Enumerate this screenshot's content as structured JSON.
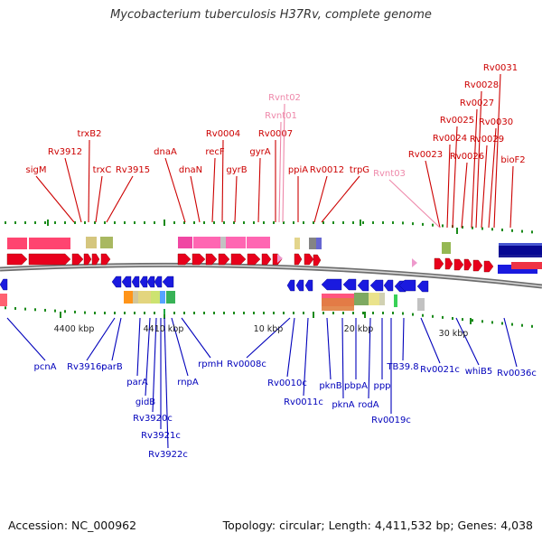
{
  "title": "Mycobacterium tuberculosis H37Rv, complete genome",
  "footer": {
    "accession": "Accession: NC_000962",
    "summary": "Topology: circular; Length: 4,411,532 bp; Genes: 4,038"
  },
  "colors": {
    "forward_label": "#cc0000",
    "reverse_label": "#0000bb",
    "rna_label": "#ee88aa",
    "forward_gene": "#e8001c",
    "reverse_gene": "#1a1adf",
    "tick": "#1a8a1a",
    "backbone": "#8c8c8c"
  },
  "forward_labels": [
    {
      "text": "sigM"
    },
    {
      "text": "Rv3912"
    },
    {
      "text": "trxB2"
    },
    {
      "text": "trxC"
    },
    {
      "text": "Rv3915"
    },
    {
      "text": "dnaA"
    },
    {
      "text": "dnaN"
    },
    {
      "text": "recF"
    },
    {
      "text": "Rv0004"
    },
    {
      "text": "gyrB"
    },
    {
      "text": "gyrA"
    },
    {
      "text": "Rv0007"
    },
    {
      "text": "ppiA"
    },
    {
      "text": "Rv0012"
    },
    {
      "text": "trpG"
    },
    {
      "text": "Rv0023"
    },
    {
      "text": "Rv0024"
    },
    {
      "text": "Rv0025"
    },
    {
      "text": "Rv0026"
    },
    {
      "text": "Rv0027"
    },
    {
      "text": "Rv0028"
    },
    {
      "text": "Rv0029"
    },
    {
      "text": "Rv0030"
    },
    {
      "text": "Rv0031"
    },
    {
      "text": "bioF2"
    }
  ],
  "rna_labels": [
    {
      "text": "Rvnt02"
    },
    {
      "text": "Rvnt01"
    },
    {
      "text": "Rvnt03"
    }
  ],
  "reverse_labels": [
    {
      "text": "pcnA"
    },
    {
      "text": "Rv3916c"
    },
    {
      "text": "parB"
    },
    {
      "text": "parA"
    },
    {
      "text": "gidB"
    },
    {
      "text": "Rv3920c"
    },
    {
      "text": "Rv3921c"
    },
    {
      "text": "Rv3922c"
    },
    {
      "text": "rnpA"
    },
    {
      "text": "rpmH"
    },
    {
      "text": "Rv0008c"
    },
    {
      "text": "Rv0010c"
    },
    {
      "text": "Rv0011c"
    },
    {
      "text": "pknB"
    },
    {
      "text": "pknA"
    },
    {
      "text": "pbpA"
    },
    {
      "text": "rodA"
    },
    {
      "text": "ppp"
    },
    {
      "text": "Rv0019c"
    },
    {
      "text": "TB39.8"
    },
    {
      "text": "Rv0021c"
    },
    {
      "text": "whiB5"
    },
    {
      "text": "Rv0036c"
    }
  ],
  "scale_labels": [
    {
      "text": "4400 kbp"
    },
    {
      "text": "4410 kbp"
    },
    {
      "text": "10 kbp"
    },
    {
      "text": "20 kbp"
    },
    {
      "text": "30 kbp"
    }
  ]
}
